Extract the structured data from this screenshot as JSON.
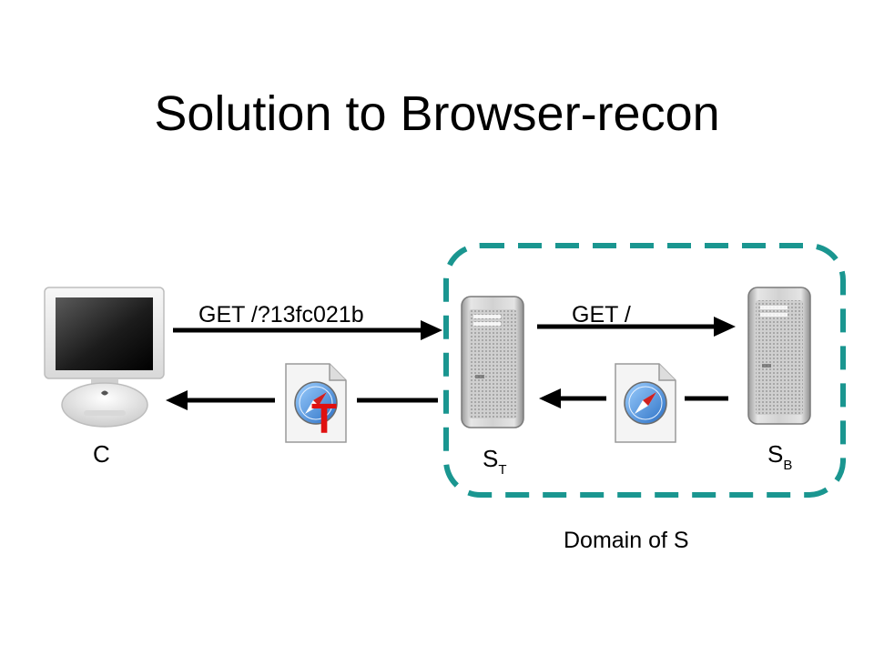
{
  "slide": {
    "title": "Solution to Browser-recon"
  },
  "diagram": {
    "nodes": {
      "client": {
        "label": "C",
        "icon": "computer-icon"
      },
      "server_t": {
        "label_main": "S",
        "label_sub": "T",
        "icon": "server-tower-icon"
      },
      "server_b": {
        "label_main": "S",
        "label_sub": "B",
        "icon": "server-tower-icon"
      }
    },
    "requests": {
      "client_to_st": "GET /?13fc021b",
      "st_to_sb": "GET /"
    },
    "documents": {
      "returned_to_client": {
        "icon": "browser-document-icon",
        "marker": "T"
      },
      "returned_to_st": {
        "icon": "browser-document-icon"
      }
    },
    "domain": {
      "label": "Domain of S",
      "color": "#1a9690"
    },
    "colors": {
      "arrow": "#000000",
      "marker": "#e01010",
      "domain_border": "#1a9690"
    }
  }
}
